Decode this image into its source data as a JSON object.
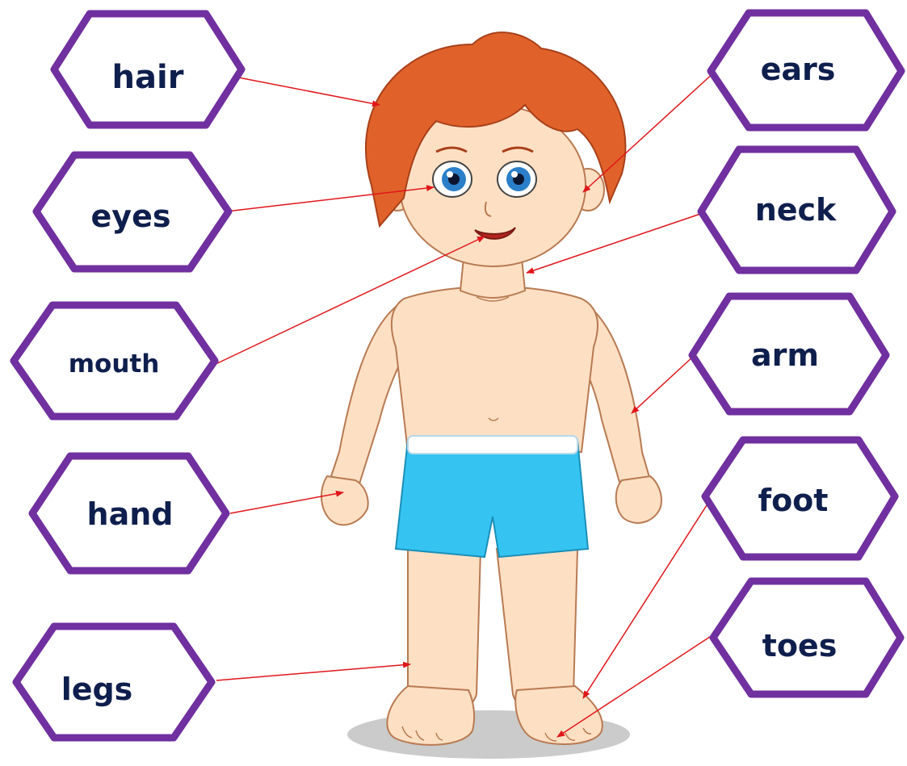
{
  "labels": {
    "hair": "hair",
    "eyes": "eyes",
    "mouth": "mouth",
    "hand": "hand",
    "legs": "legs",
    "ears": "ears",
    "neck": "neck",
    "arm": "arm",
    "foot": "foot",
    "toes": "toes"
  },
  "colors": {
    "hexagon_border": "#7030a0",
    "label_text": "#0f1f4d",
    "arrow": "#e0161b",
    "skin": "#fde0c4",
    "hair": "#e0622a",
    "shorts": "#35c4f2"
  }
}
